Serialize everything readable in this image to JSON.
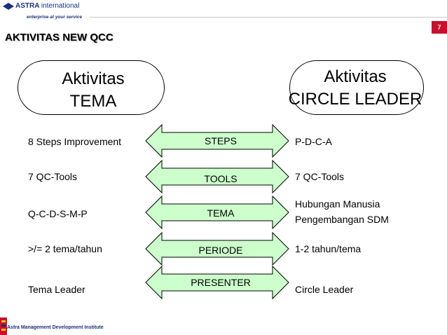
{
  "header": {
    "brand": "ASTRA",
    "brand_sub": "international",
    "tagline": "enterprise at your service",
    "page_number": "7"
  },
  "title": "AKTIVITAS NEW QCC",
  "ovals": {
    "left": [
      "Aktivitas",
      "TEMA"
    ],
    "right": [
      "Aktivitas",
      "CIRCLE LEADER"
    ]
  },
  "rows": [
    {
      "left": "8 Steps Improvement",
      "label": "STEPS",
      "right": [
        "P-D-C-A"
      ]
    },
    {
      "left": "7 QC-Tools",
      "label": "TOOLS",
      "right": [
        "7 QC-Tools"
      ]
    },
    {
      "left": "Q-C-D-S-M-P",
      "label": "TEMA",
      "right": [
        "Hubungan Manusia",
        "Pengembangan SDM"
      ]
    },
    {
      "left": ">/= 2 tema/tahun",
      "label": "PERIODE",
      "right": [
        "1-2 tahun/tema"
      ]
    },
    {
      "left": "Tema Leader",
      "label": "PRESENTER",
      "right": [
        "Circle Leader"
      ]
    }
  ],
  "footer": {
    "text": "Astra Management Development Institute"
  },
  "colors": {
    "arrow_fill": "#ccffcc",
    "brand_blue": "#1b2f7a",
    "accent_red": "#c8102e"
  }
}
